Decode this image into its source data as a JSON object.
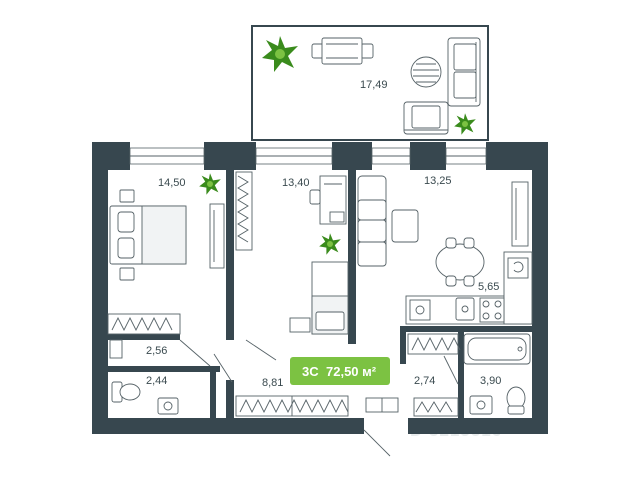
{
  "plan": {
    "badge": {
      "rooms": "3С",
      "area": "72,50 м²",
      "color": "#7cc242"
    },
    "wall_color": "#37474f",
    "plant_color": "#3a8b1c",
    "watermark": "D 3215316",
    "areas": {
      "balcony": "17,49",
      "bedroom": "14,50",
      "kids_room": "13,40",
      "living_room": "13,25",
      "kitchen": "5,65",
      "wardrobe": "2,56",
      "toilet": "2,44",
      "hallway": "8,81",
      "closet": "2,74",
      "bathroom": "3,90"
    }
  }
}
